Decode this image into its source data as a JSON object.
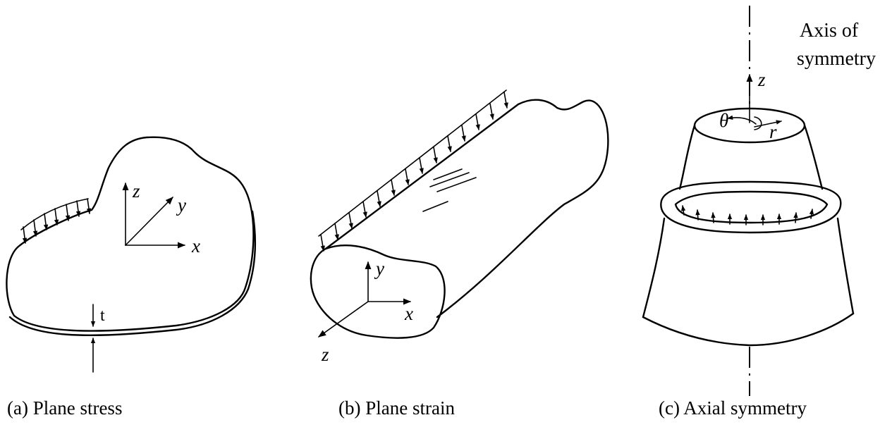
{
  "panels": {
    "a": {
      "caption": "(a) Plane stress",
      "axes": {
        "z": "z",
        "y": "y",
        "x": "x"
      },
      "thickness_label": "t"
    },
    "b": {
      "caption": "(b) Plane strain",
      "axes": {
        "y": "y",
        "x": "x",
        "z": "z"
      }
    },
    "c": {
      "caption": "(c) Axial symmetry",
      "axis_label_line1": "Axis of",
      "axis_label_line2": "symmetry",
      "axes": {
        "z": "z",
        "theta": "θ",
        "r": "r"
      }
    }
  }
}
